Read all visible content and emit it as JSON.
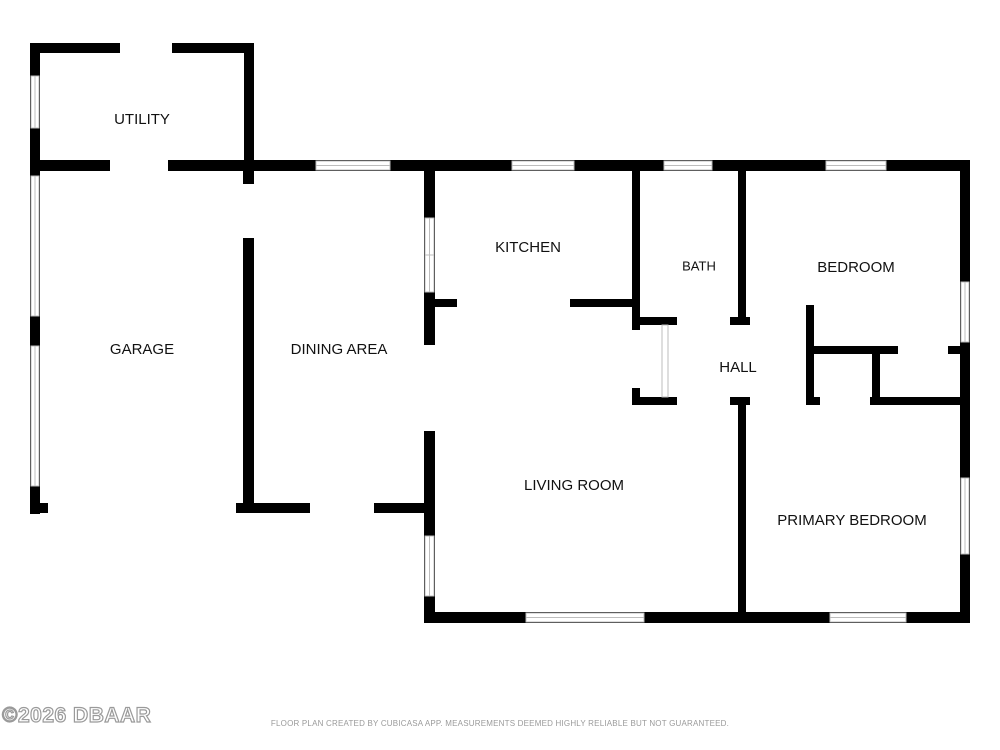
{
  "rooms": {
    "utility": "UTILITY",
    "garage": "GARAGE",
    "dining_area": "DINING AREA",
    "kitchen": "KITCHEN",
    "bath": "BATH",
    "bedroom": "BEDROOM",
    "hall": "HALL",
    "living_room": "LIVING ROOM",
    "primary_bedroom": "PRIMARY BEDROOM"
  },
  "watermark": "©2026 DBAAR",
  "footer": "FLOOR PLAN CREATED BY CUBICASA APP. MEASUREMENTS DEEMED HIGHLY RELIABLE BUT NOT GUARANTEED.",
  "colors": {
    "wall": "#000000",
    "window_line": "#bdbdbd",
    "footer_text": "#9a9a9a"
  }
}
